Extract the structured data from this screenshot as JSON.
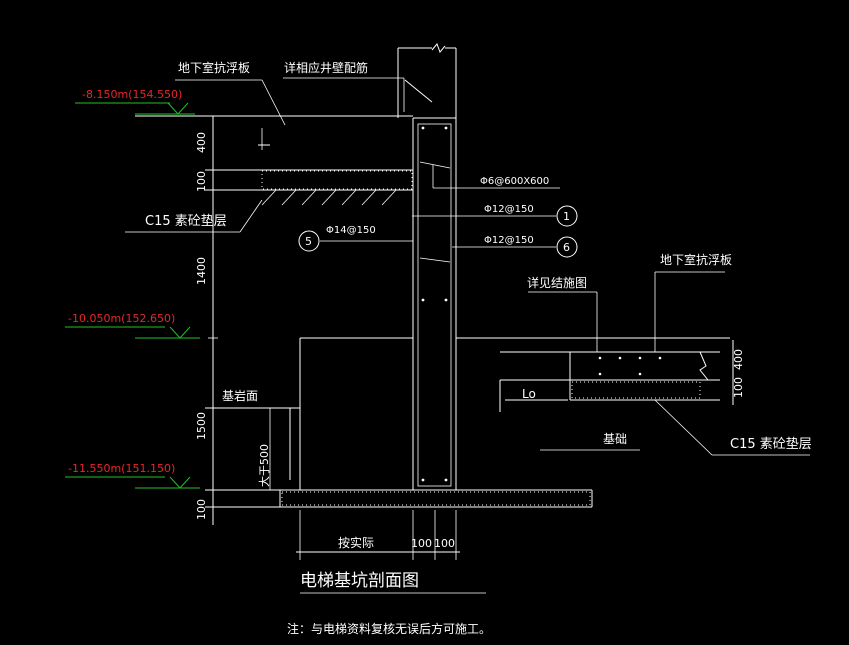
{
  "drawing": {
    "title": "电梯基坑剖面图",
    "note": "注：与电梯资料复核无误后方可施工。"
  },
  "labels": {
    "basement_slab_left": "地下室抗浮板",
    "see_wall_rebar": "详相应井壁配筋",
    "cushion_left": "C15 素砼垫层",
    "bedrock_surface": "基岩面",
    "gt500": "大于500",
    "by_actual": "按实际",
    "see_structure": "详见结施图",
    "basement_slab_right": "地下室抗浮板",
    "foundation": "基础",
    "cushion_right": "C15 素砼垫层",
    "lo": "Lo"
  },
  "elevations": {
    "top": "-8.150m(154.550)",
    "middle": "-10.050m(152.650)",
    "bottom": "-11.550m(151.150)"
  },
  "dimensions": {
    "left": [
      "400",
      "100",
      "1400",
      "1500",
      "100"
    ],
    "bottom_a": "100",
    "bottom_b": "100",
    "right_a": "400",
    "right_b": "100"
  },
  "rebar": {
    "stirrup": "Φ6@600X600",
    "bar1": "Φ12@150",
    "bar6": "Φ12@150",
    "bar5": "Φ14@150",
    "tag1": "1",
    "tag5": "5",
    "tag6": "6"
  },
  "colors": {
    "background": "#000000",
    "line": "#ffffff",
    "elevation_text": "#e8262a",
    "elevation_marker": "#1fbf2a"
  }
}
